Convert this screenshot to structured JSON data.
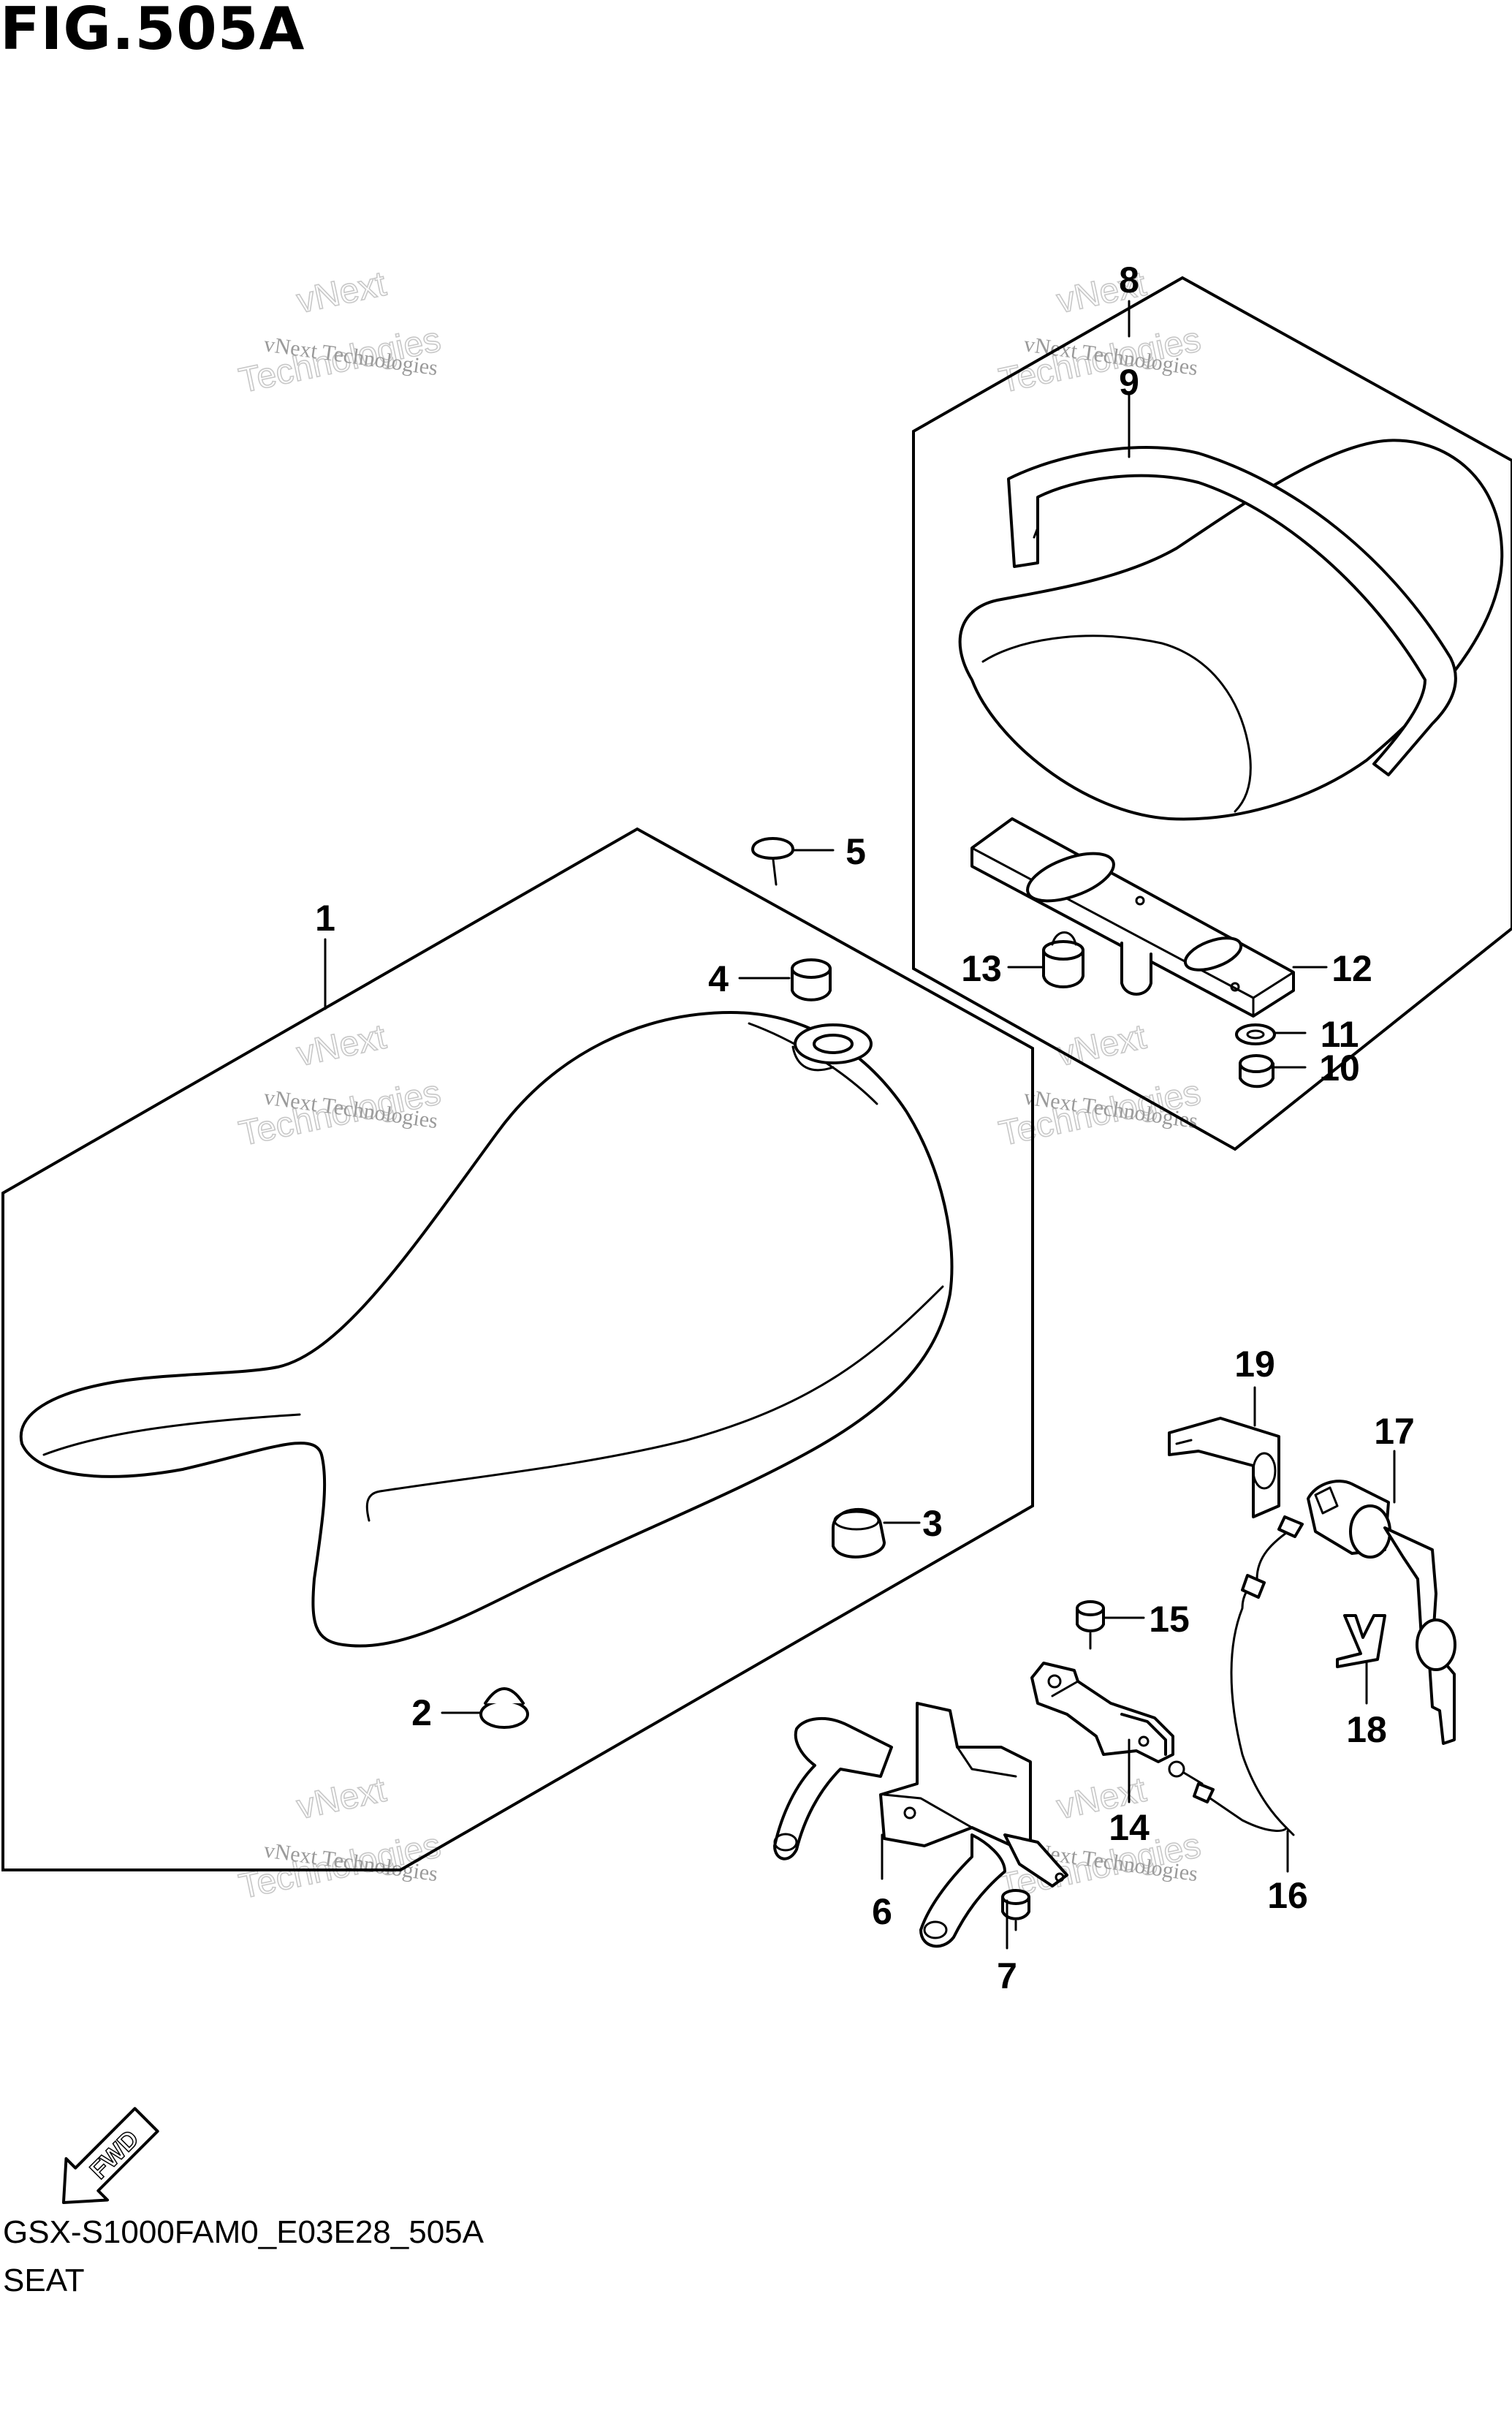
{
  "header": {
    "title": "FIG.505A"
  },
  "footer": {
    "code": "GSX-S1000FAM0_E03E28_505A",
    "name": "SEAT"
  },
  "watermark": {
    "line1": "vNext Technologies",
    "line2": "vNext",
    "line3": "Technologies"
  },
  "fwd_label": "FWD",
  "callouts": [
    "1",
    "2",
    "3",
    "4",
    "5",
    "6",
    "7",
    "8",
    "9",
    "10",
    "11",
    "12",
    "13",
    "14",
    "15",
    "16",
    "17",
    "18",
    "19"
  ]
}
